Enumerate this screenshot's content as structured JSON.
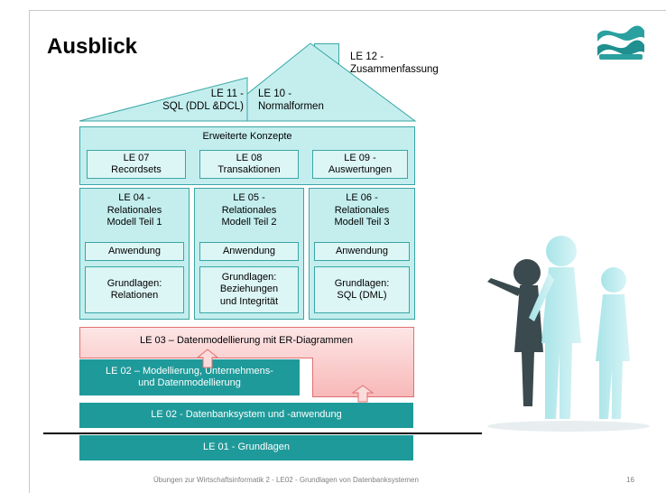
{
  "title": "Ausblick",
  "colors": {
    "teal_dark": "#1f9a9a",
    "teal_light": "#c4eeee",
    "teal_border": "#3aa6a6",
    "pink_fill": "#fbdcdc",
    "pink_border": "#e07070"
  },
  "roof": {
    "le11_line1": "LE 11 -",
    "le11_line2": "SQL (DDL &DCL)",
    "le10_line1": "LE 10 -",
    "le10_line2": "Normalformen",
    "le12_line1": "LE 12 -",
    "le12_line2": "Zusammenfassung"
  },
  "advanced": {
    "heading": "Erweiterte Konzepte",
    "items": [
      {
        "line1": "LE 07",
        "line2": "Recordsets"
      },
      {
        "line1": "LE 08",
        "line2": "Transaktionen"
      },
      {
        "line1": "LE 09 -",
        "line2": "Auswertungen"
      }
    ]
  },
  "relational": [
    {
      "l1": "LE 04 -",
      "l2": "Relationales",
      "l3": "Modell Teil 1",
      "apply": "Anwendung",
      "basics": [
        "Grundlagen:",
        "Relationen"
      ]
    },
    {
      "l1": "LE 05 -",
      "l2": "Relationales",
      "l3": "Modell Teil 2",
      "apply": "Anwendung",
      "basics": [
        "Grundlagen:",
        "Beziehungen",
        "und Integrität"
      ]
    },
    {
      "l1": "LE 06 -",
      "l2": "Relationales",
      "l3": "Modell Teil 3",
      "apply": "Anwendung",
      "basics": [
        "Grundlagen:",
        "SQL (DML)"
      ]
    }
  ],
  "foundation": {
    "le03": "LE 03 – Datenmodellierung mit ER-Diagrammen",
    "le02a_line1": "LE 02 – Modellierung, Unternehmens-",
    "le02a_line2": "und Datenmodellierung",
    "le02b": "LE 02 - Datenbanksystem und -anwendung",
    "le01": "LE 01 - Grundlagen"
  },
  "footer": {
    "text": "Übungen zur Wirtschaftsinformatik 2 - LE02 - Grundlagen von Datenbanksystemen",
    "page": "16"
  }
}
